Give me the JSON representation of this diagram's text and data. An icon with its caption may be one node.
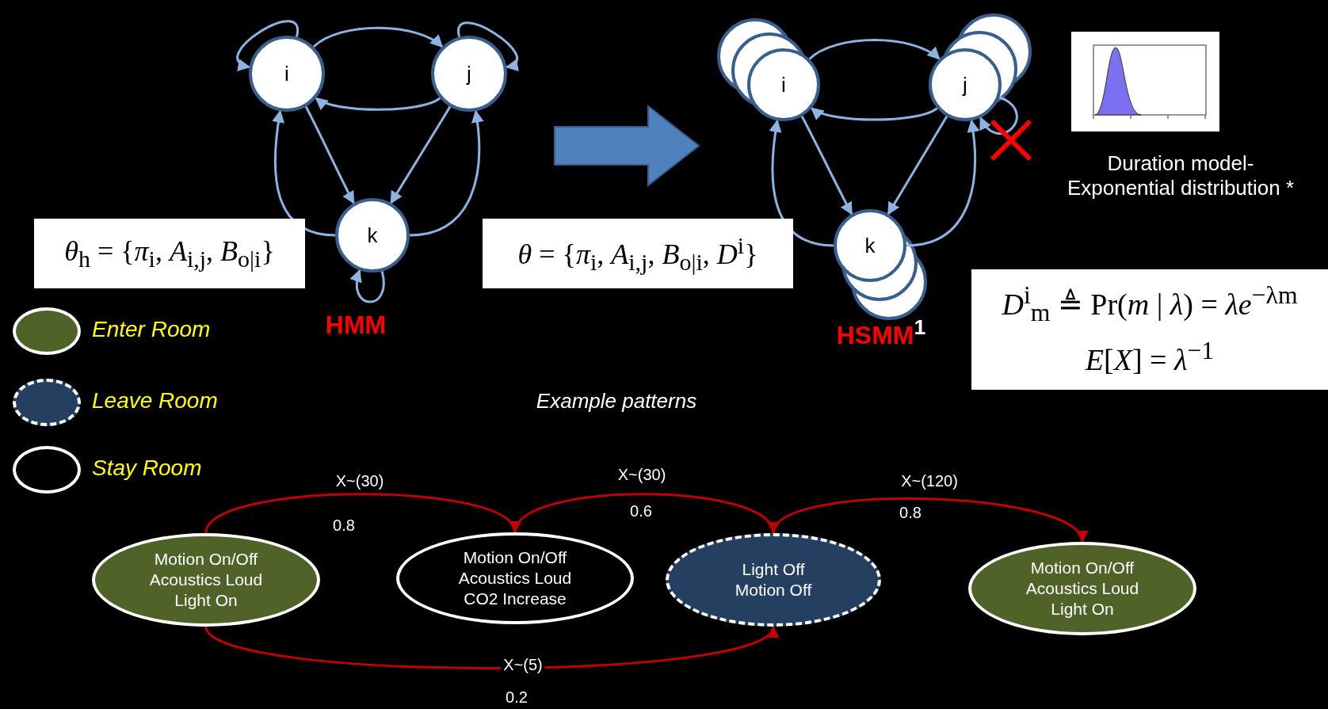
{
  "diagram": {
    "nodes": [
      {
        "text": [
          "i"
        ]
      },
      {
        "text": [
          "j"
        ]
      },
      {
        "text": [
          "k"
        ]
      },
      {
        "text": [
          "i"
        ]
      },
      {
        "text": [
          "j"
        ]
      },
      {
        "text": [
          "k"
        ]
      },
      {
        "text": [
          "*θ*$_{h}$ = {*π*$_{i}$, *A*$_{i,j}$, *B*$_{o|i}$}"
        ]
      },
      {
        "text": [
          "*θ* = {*π*$_{i}$, *A*$_{i,j}$, *B*$_{o|i}$, *D*$^{i}$}"
        ]
      },
      {
        "text": [
          "*D*$^{i}$$_{m}$ ≜ Pr(*m* | *λ*) = *λe*$^{−λm}$",
          "*E*[*X*] = *λ*$^{−1}$"
        ]
      },
      {
        "text": [
          "Motion On/Off",
          "Acoustics Loud",
          "Light On"
        ]
      },
      {
        "text": [
          "Motion On/Off",
          "Acoustics Loud",
          "CO2 Increase"
        ]
      },
      {
        "text": [
          "Light Off",
          "Motion Off"
        ]
      },
      {
        "text": [
          "Motion On/Off",
          "Acoustics Loud",
          "Light On"
        ]
      }
    ],
    "edges": [
      {
        "from": 0,
        "to": 0,
        "arrow": "to"
      },
      {
        "from": 1,
        "to": 1,
        "arrow": "to"
      },
      {
        "from": 0,
        "to": 1,
        "arrow": "to"
      },
      {
        "from": 1,
        "to": 0,
        "arrow": "to"
      },
      {
        "from": 0,
        "to": 2,
        "arrow": "to"
      },
      {
        "from": 2,
        "to": 0,
        "arrow": "to"
      },
      {
        "from": 1,
        "to": 2,
        "arrow": "to"
      },
      {
        "from": 2,
        "to": 1,
        "arrow": "to"
      },
      {
        "from": 2,
        "to": 2,
        "arrow": "to"
      },
      {
        "from": 3,
        "to": 4,
        "arrow": "to"
      },
      {
        "from": 4,
        "to": 3,
        "arrow": "to"
      },
      {
        "from": 3,
        "to": 5,
        "arrow": "to"
      },
      {
        "from": 5,
        "to": 3,
        "arrow": "to"
      },
      {
        "from": 4,
        "to": 5,
        "arrow": "to"
      },
      {
        "from": 5,
        "to": 4,
        "arrow": "to"
      },
      {
        "from": 4,
        "to": 4,
        "arrow": "to"
      },
      {
        "from": 9,
        "to": 10,
        "arrow": "to",
        "label": "X~(30)",
        "color": "#c00000"
      },
      {
        "from": 10,
        "to": 11,
        "arrow": "to",
        "label": "X~(30)",
        "color": "#c00000"
      },
      {
        "from": 11,
        "to": 12,
        "arrow": "to",
        "label": "X~(120)",
        "color": "#c00000"
      },
      {
        "from": 9,
        "to": 11,
        "arrow": "to",
        "label": "X~(5)",
        "color": "#c00000"
      }
    ],
    "labels": [
      "HMM",
      "HSMM$^{1}$",
      "Duration model- Exponential distribution *",
      "Example patterns",
      "0.8",
      "0.6",
      "0.8",
      "0.2"
    ],
    "legend": [
      {
        "text": "Enter Room",
        "color": "#4f6228"
      },
      {
        "text": "Leave Room",
        "color": "#243f60"
      },
      {
        "text": "Stay Room",
        "color": "#000000"
      }
    ]
  }
}
